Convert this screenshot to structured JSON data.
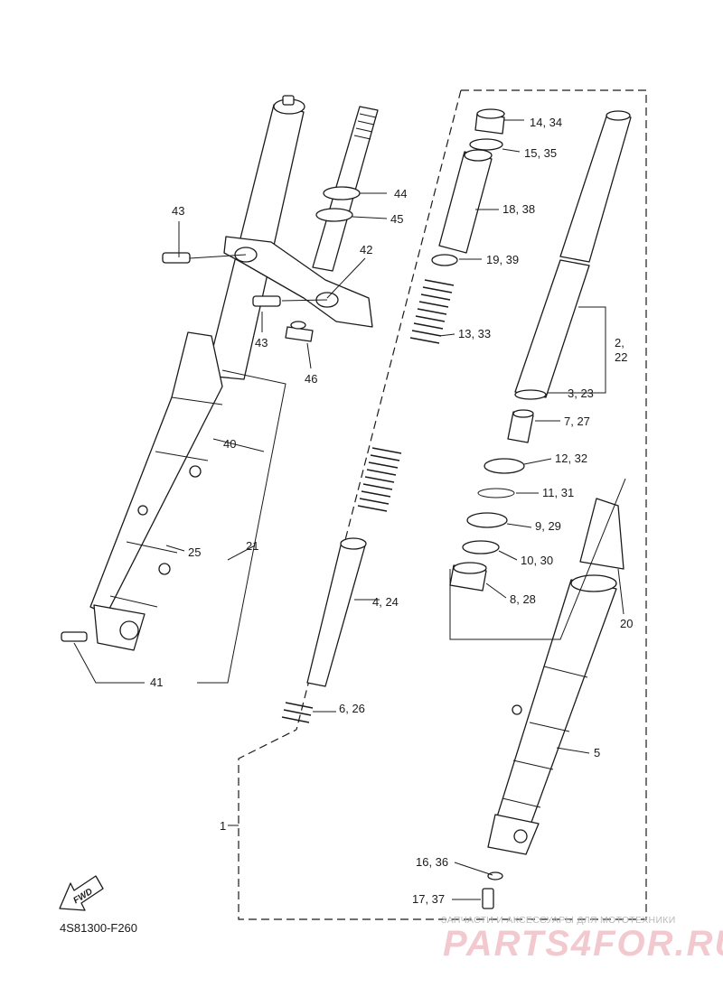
{
  "diagram_code": "4S81300-F260",
  "fwd_label": "FWD",
  "watermark": {
    "tagline": "ЗАПЧАСТИ И АКСЕССУАРЫ ДЛЯ МОТОТЕХНИКИ",
    "brand": "PARTS4FOR.RU"
  },
  "colors": {
    "line": "#1a1a1a",
    "watermark": "#f3c9d0"
  },
  "callouts": [
    "43",
    "43",
    "46",
    "44",
    "45",
    "42",
    "40",
    "21",
    "25",
    "41",
    "14, 34",
    "15, 35",
    "18, 38",
    "19, 39",
    "13, 33",
    "4, 24",
    "6, 26",
    "2,",
    "22",
    "3, 23",
    "7, 27",
    "12, 32",
    "11, 31",
    "9, 29",
    "10, 30",
    "8, 28",
    "20",
    "5",
    "1",
    "16, 36",
    "17, 37"
  ]
}
